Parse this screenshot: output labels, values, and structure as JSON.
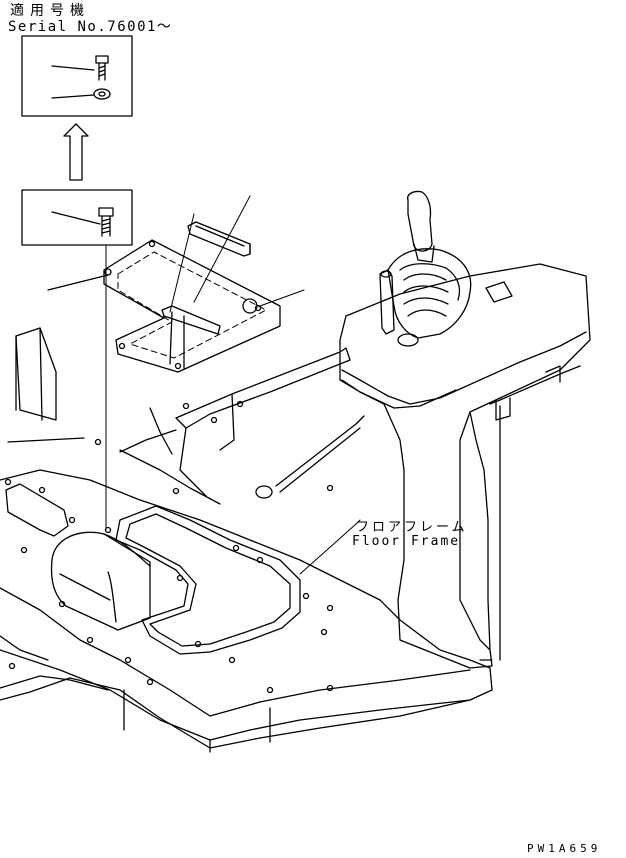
{
  "labels": {
    "applicable_serial_jp": "適用号機",
    "serial_range": "Serial No.76001～",
    "floor_frame_jp": "フロアフレーム",
    "floor_frame_en": "Floor Frame",
    "drawing_number": "PW1A659"
  },
  "colors": {
    "line": "#000000",
    "background": "#ffffff"
  }
}
